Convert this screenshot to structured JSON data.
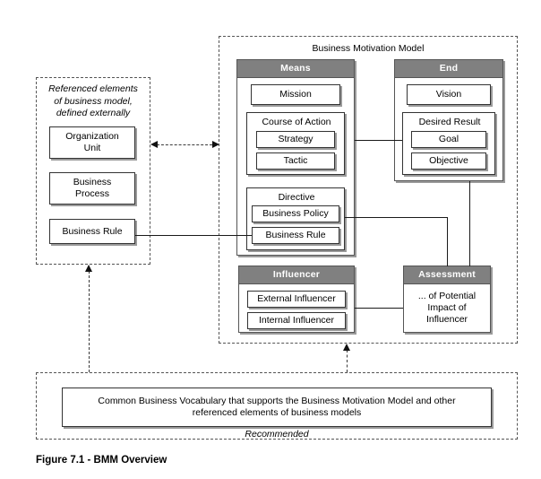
{
  "figure": {
    "caption": "Figure 7.1 - BMM Overview"
  },
  "left_panel": {
    "name": "referenced-elements-panel",
    "caption": "Referenced elements\nof business model,\ndefined externally",
    "caption_lines": [
      "Referenced elements",
      "of business model,",
      "defined externally"
    ],
    "boxes": [
      {
        "label": "Organization\nUnit",
        "lines": [
          "Organization",
          "Unit"
        ]
      },
      {
        "label": "Business\nProcess",
        "lines": [
          "Business",
          "Process"
        ]
      },
      {
        "label": "Business Rule",
        "lines": [
          "Business Rule"
        ]
      }
    ]
  },
  "bmm_panel": {
    "title": "Business Motivation Model",
    "categories": [
      {
        "id": "means",
        "header": "Means",
        "items": [
          {
            "label": "Mission",
            "children": []
          },
          {
            "label": "Course of Action",
            "children": [
              "Strategy",
              "Tactic"
            ]
          },
          {
            "label": "Directive",
            "children": [
              "Business Policy",
              "Business Rule"
            ]
          }
        ]
      },
      {
        "id": "end",
        "header": "End",
        "items": [
          {
            "label": "Vision",
            "children": []
          },
          {
            "label": "Desired Result",
            "children": [
              "Goal",
              "Objective"
            ]
          }
        ]
      },
      {
        "id": "influencer",
        "header": "Influencer",
        "items": [
          {
            "label": "External Influencer",
            "children": []
          },
          {
            "label": "Internal Influencer",
            "children": []
          }
        ]
      },
      {
        "id": "assessment",
        "header": "Assessment",
        "items": [
          {
            "label": "... of Potential Impact of Influencer",
            "lines": [
              "... of Potential",
              "Impact of",
              "Influencer"
            ],
            "children": []
          }
        ]
      }
    ]
  },
  "vocabulary_panel": {
    "box_text": "Common Business Vocabulary that supports the Business Motivation Model and other referenced elements of business models",
    "footer": "Recommended"
  },
  "colors": {
    "header_gray": "#808080",
    "border_dark": "#333333",
    "dashed_border": "#555555",
    "shadow": "#9a9a9a",
    "line": "#1a1a1a",
    "background": "#ffffff"
  }
}
